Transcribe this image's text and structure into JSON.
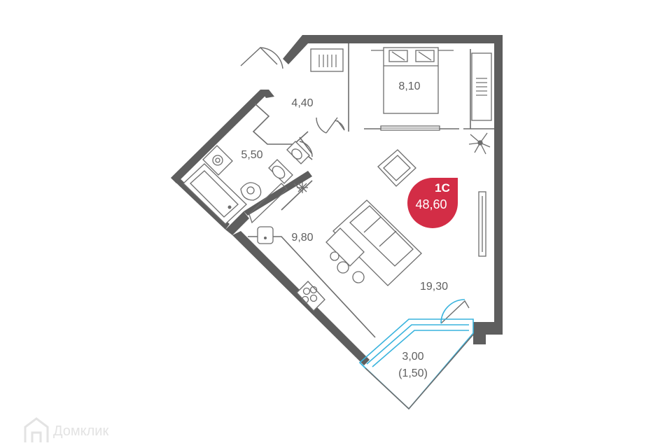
{
  "apartment": {
    "type_code": "1С",
    "total_area": "48,60",
    "badge_color": "#d32d46"
  },
  "rooms": {
    "hall": {
      "area": "4,40"
    },
    "bedroom": {
      "area": "8,10"
    },
    "bathroom": {
      "area": "5,50"
    },
    "kitchen": {
      "area": "9,80"
    },
    "living": {
      "area": "19,30"
    },
    "balcony": {
      "area": "3,00",
      "reduced_area": "(1,50)"
    }
  },
  "watermark": {
    "brand": "Домклик",
    "icon": "house-logo-icon"
  },
  "colors": {
    "walls": "#5e5e5e",
    "fixtures": "#6d6d6d",
    "balcony": "#39b3dd",
    "label": "#5f5f5f"
  }
}
